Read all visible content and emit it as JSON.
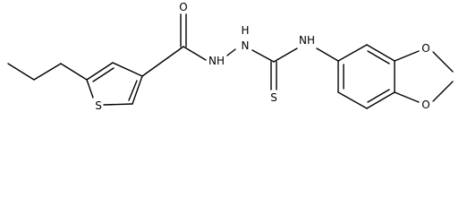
{
  "atoms": {
    "O": "O",
    "S_thiophene": "S",
    "S_thione": "S",
    "NH_hydrazide": "NH",
    "N_hydrazine": "N",
    "H_hydrazine": "H",
    "NH_aryl": "NH",
    "O_dioxole_top": "O",
    "O_dioxole_bottom": "O"
  },
  "colors": {
    "bond": "#000000",
    "text": "#000000",
    "background": "#ffffff"
  }
}
